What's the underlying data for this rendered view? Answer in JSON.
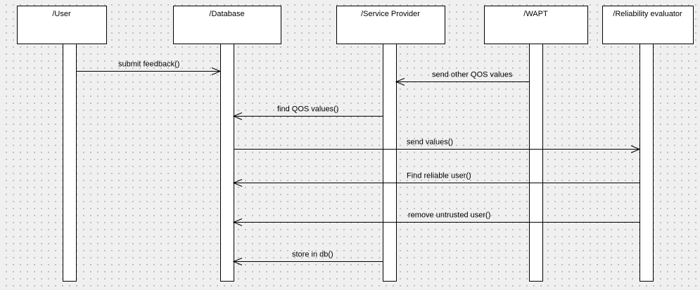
{
  "diagram": {
    "type": "sequence",
    "lifelines": [
      {
        "id": "user",
        "label": "/User"
      },
      {
        "id": "database",
        "label": "/Database"
      },
      {
        "id": "service-provider",
        "label": "/Service Provider"
      },
      {
        "id": "wapt",
        "label": "/WAPT"
      },
      {
        "id": "reliability-evaluator",
        "label": "/Reliability evaluator"
      }
    ],
    "messages": [
      {
        "from": "user",
        "to": "database",
        "label": "submit feedback()"
      },
      {
        "from": "wapt",
        "to": "service-provider",
        "label": "send other QOS values"
      },
      {
        "from": "service-provider",
        "to": "database",
        "label": "find QOS values()"
      },
      {
        "from": "database",
        "to": "reliability-evaluator",
        "label": "send values()"
      },
      {
        "from": "reliability-evaluator",
        "to": "database",
        "label": "Find reliable user()"
      },
      {
        "from": "reliability-evaluator",
        "to": "database",
        "label": "remove untrusted user()"
      },
      {
        "from": "service-provider",
        "to": "database",
        "label": "store in db()"
      }
    ]
  }
}
